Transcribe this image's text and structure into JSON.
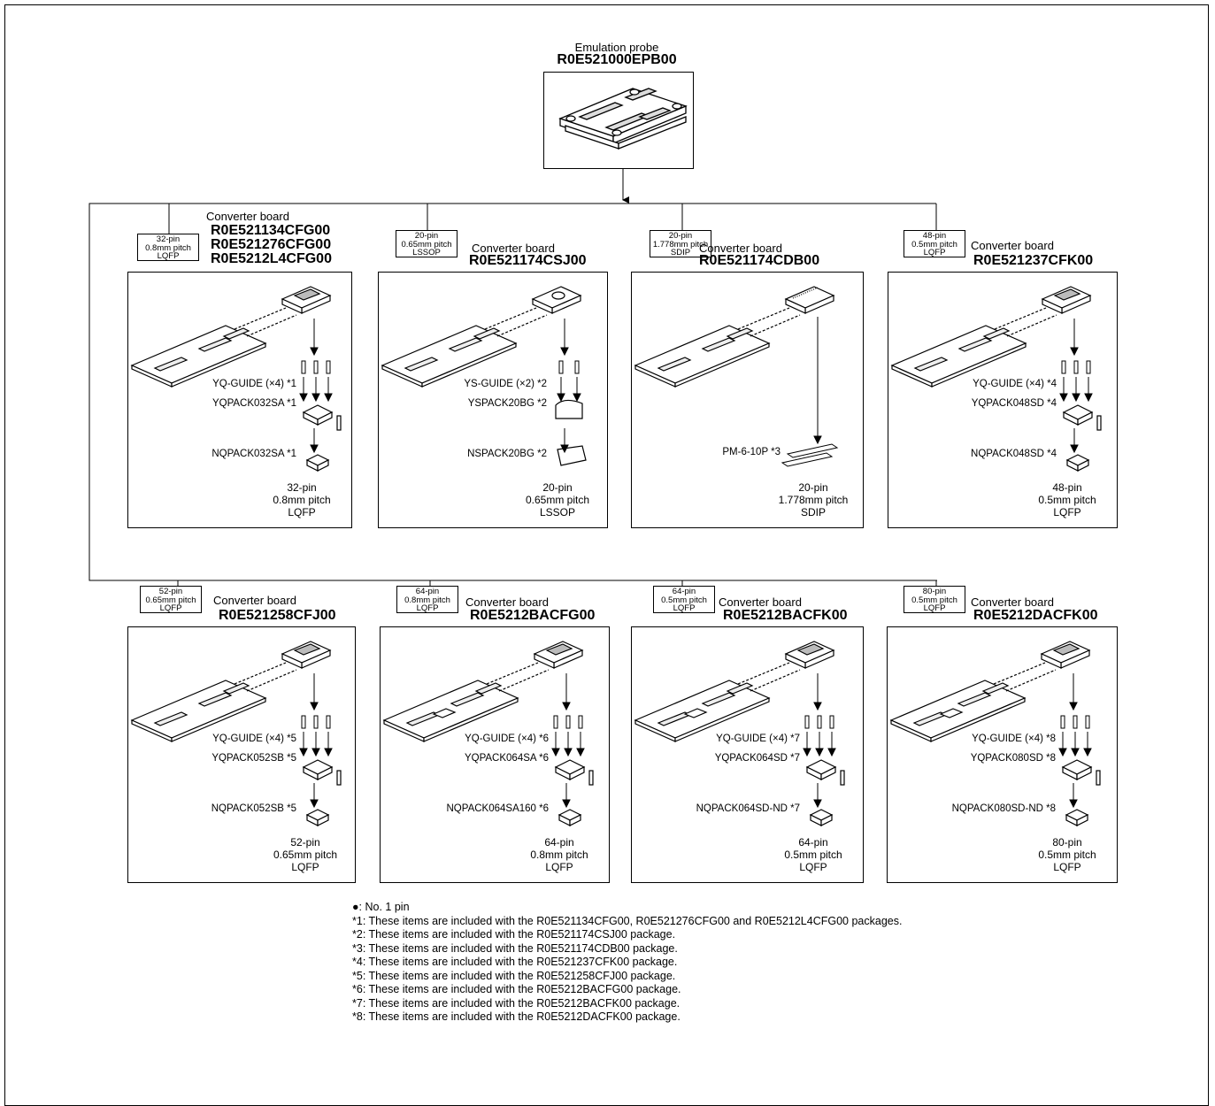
{
  "probe": {
    "caption": "Emulation probe",
    "part": "R0E521000EPB00"
  },
  "boards": [
    {
      "id": "b1",
      "tag": [
        "32-pin",
        "0.8mm pitch",
        "LQFP"
      ],
      "title": "Converter board",
      "parts": [
        "R0E521134CFG00",
        "R0E521276CFG00",
        "R0E5212L4CFG00"
      ],
      "labels": [
        "YQ-GUIDE (×4) *1",
        "YQPACK032SA *1",
        "NQPACK032SA *1"
      ],
      "package": [
        "32-pin",
        "0.8mm pitch",
        "LQFP"
      ]
    },
    {
      "id": "b2",
      "tag": [
        "20-pin",
        "0.65mm pitch",
        "LSSOP"
      ],
      "title": "Converter board",
      "parts": [
        "R0E521174CSJ00"
      ],
      "labels": [
        "YS-GUIDE (×2) *2",
        "YSPACK20BG *2",
        "NSPACK20BG *2"
      ],
      "package": [
        "20-pin",
        "0.65mm pitch",
        "LSSOP"
      ]
    },
    {
      "id": "b3",
      "tag": [
        "20-pin",
        "1.778mm pitch",
        "SDIP"
      ],
      "title": "Converter board",
      "parts": [
        "R0E521174CDB00"
      ],
      "labels": [
        "PM-6-10P *3"
      ],
      "package": [
        "20-pin",
        "1.778mm pitch",
        "SDIP"
      ]
    },
    {
      "id": "b4",
      "tag": [
        "48-pin",
        "0.5mm pitch",
        "LQFP"
      ],
      "title": "Converter board",
      "parts": [
        "R0E521237CFK00"
      ],
      "labels": [
        "YQ-GUIDE (×4) *4",
        "YQPACK048SD *4",
        "NQPACK048SD *4"
      ],
      "package": [
        "48-pin",
        "0.5mm pitch",
        "LQFP"
      ]
    },
    {
      "id": "b5",
      "tag": [
        "52-pin",
        "0.65mm pitch",
        "LQFP"
      ],
      "title": "Converter board",
      "parts": [
        "R0E521258CFJ00"
      ],
      "labels": [
        "YQ-GUIDE (×4) *5",
        "YQPACK052SB *5",
        "NQPACK052SB *5"
      ],
      "package": [
        "52-pin",
        "0.65mm pitch",
        "LQFP"
      ]
    },
    {
      "id": "b6",
      "tag": [
        "64-pin",
        "0.8mm pitch",
        "LQFP"
      ],
      "title": "Converter board",
      "parts": [
        "R0E5212BACFG00"
      ],
      "labels": [
        "YQ-GUIDE (×4) *6",
        "YQPACK064SA *6",
        "NQPACK064SA160 *6"
      ],
      "package": [
        "64-pin",
        "0.8mm pitch",
        "LQFP"
      ]
    },
    {
      "id": "b7",
      "tag": [
        "64-pin",
        "0.5mm pitch",
        "LQFP"
      ],
      "title": "Converter board",
      "parts": [
        "R0E5212BACFK00"
      ],
      "labels": [
        "YQ-GUIDE (×4) *7",
        "YQPACK064SD *7",
        "NQPACK064SD-ND *7"
      ],
      "package": [
        "64-pin",
        "0.5mm pitch",
        "LQFP"
      ]
    },
    {
      "id": "b8",
      "tag": [
        "80-pin",
        "0.5mm pitch",
        "LQFP"
      ],
      "title": "Converter board",
      "parts": [
        "R0E5212DACFK00"
      ],
      "labels": [
        "YQ-GUIDE (×4) *8",
        "YQPACK080SD *8",
        "NQPACK080SD-ND *8"
      ],
      "package": [
        "80-pin",
        "0.5mm pitch",
        "LQFP"
      ]
    }
  ],
  "notes": [
    "●: No. 1 pin",
    "*1: These items are included with the R0E521134CFG00, R0E521276CFG00 and R0E5212L4CFG00 packages.",
    "*2: These items are included with the R0E521174CSJ00 package.",
    "*3: These items are included with the R0E521174CDB00 package.",
    "*4: These items are included with the R0E521237CFK00 package.",
    "*5: These items are included with the R0E521258CFJ00 package.",
    "*6: These items are included with the R0E5212BACFG00 package.",
    "*7: These items are included with the R0E5212BACFK00 package.",
    "*8: These items are included with the R0E5212DACFK00 package."
  ]
}
